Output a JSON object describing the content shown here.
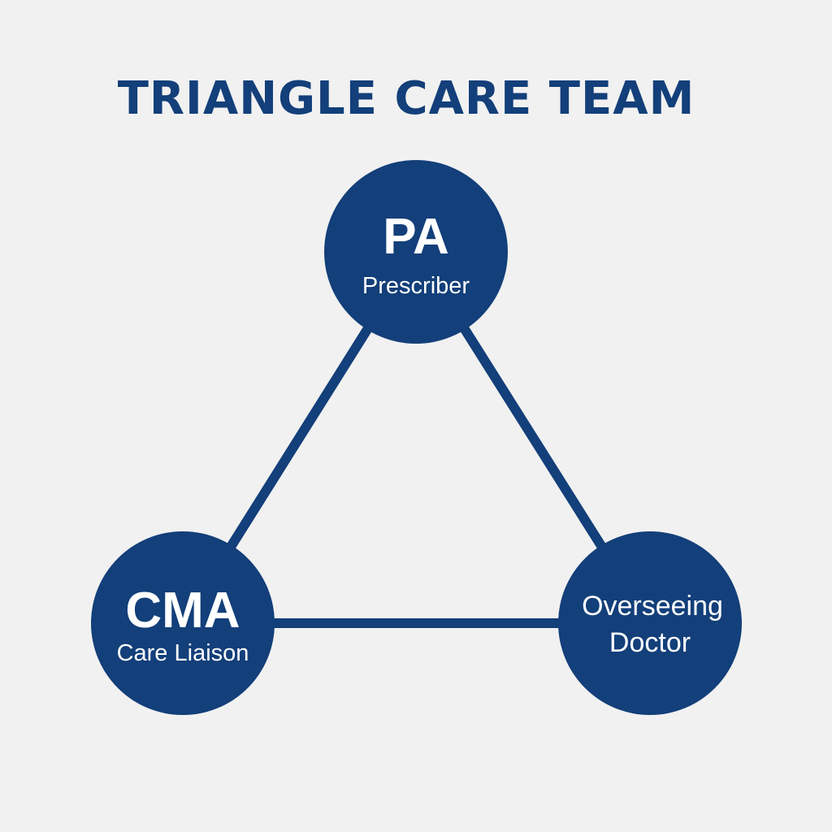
{
  "title": "TRIANGLE CARE TEAM",
  "colors": {
    "primary": "#133f7a",
    "background": "#f1f1f1",
    "node_text": "#ffffff"
  },
  "nodes": {
    "top": {
      "abbr": "PA",
      "role": "Prescriber"
    },
    "left": {
      "abbr": "CMA",
      "role": "Care Liaison"
    },
    "right": {
      "line1": "Overseeing",
      "line2": "Doctor"
    }
  }
}
